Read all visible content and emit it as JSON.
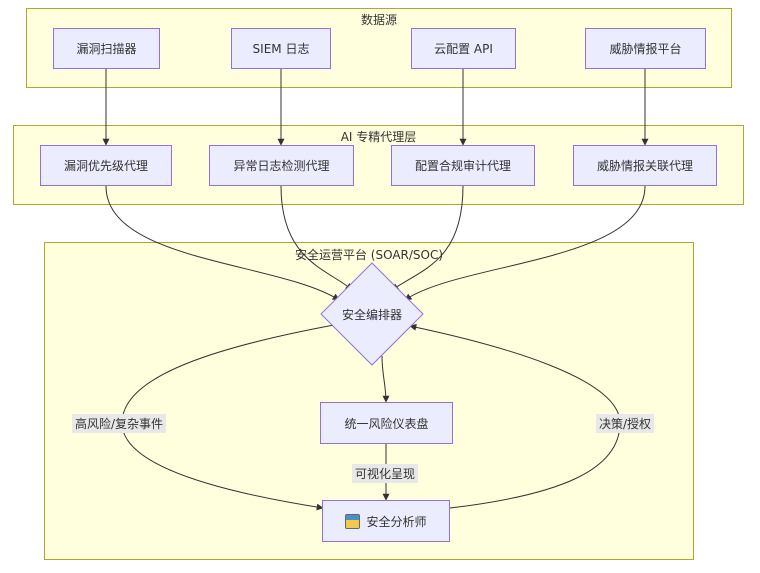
{
  "clusters": {
    "data_sources": "数据源",
    "ai_agents": "AI 专精代理层",
    "soc_platform": "安全运营平台 (SOAR/SOC)"
  },
  "nodes": {
    "vuln_scanner": "漏洞扫描器",
    "siem_logs": "SIEM 日志",
    "cloud_config_api": "云配置 API",
    "threat_intel_platform": "威胁情报平台",
    "vuln_priority_agent": "漏洞优先级代理",
    "anomaly_log_agent": "异常日志检测代理",
    "config_compliance_agent": "配置合规审计代理",
    "threat_intel_agent": "威胁情报关联代理",
    "security_orchestrator": "安全编排器",
    "risk_dashboard": "统一风险仪表盘",
    "security_analyst": "安全分析师"
  },
  "edge_labels": {
    "high_risk_events": "高风险/复杂事件",
    "visualization": "可视化呈现",
    "decision_auth": "决策/授权"
  },
  "colors": {
    "cluster_fill": "#ffffde",
    "cluster_border": "#aaaa33",
    "node_fill": "#ececff",
    "node_border": "#9370db",
    "edge": "#333333"
  }
}
